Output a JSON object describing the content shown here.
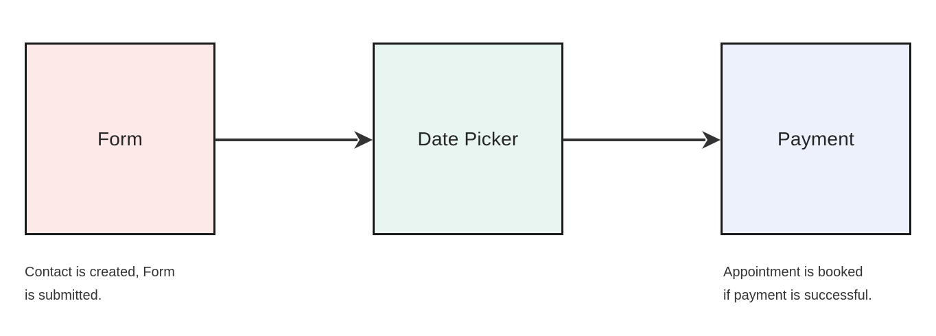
{
  "diagram": {
    "title": "booking-flow",
    "nodes": [
      {
        "id": "form",
        "label": "Form",
        "fill": "#fde9e8",
        "caption_lines": [
          "Contact is created, Form",
          "is submitted."
        ]
      },
      {
        "id": "date-picker",
        "label": "Date Picker",
        "fill": "#e9f5f1",
        "caption_lines": []
      },
      {
        "id": "payment",
        "label": "Payment",
        "fill": "#ecf1fc",
        "caption_lines": [
          "Appointment is booked",
          "if payment is successful."
        ]
      }
    ],
    "edges": [
      {
        "from": "Form",
        "to": "Date Picker",
        "style": "arrow-right"
      },
      {
        "from": "Date Picker",
        "to": "Payment",
        "style": "arrow-right"
      }
    ]
  },
  "colors": {
    "arrow": "#333333",
    "node_border": "#1a1a1a",
    "label_text": "#262626",
    "caption_text": "#333333",
    "canvas_bg": "#ffffff"
  }
}
